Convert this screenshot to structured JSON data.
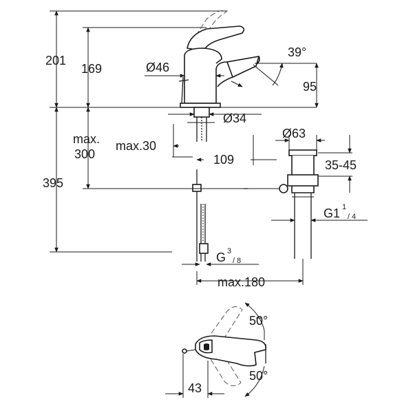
{
  "dimensions": {
    "height_total": "201",
    "height_spout": "169",
    "diameter_body": "Ø46",
    "angle_spout": "39°",
    "spout_drop": "95",
    "diameter_base": "Ø34",
    "max_label": "max.",
    "max_300": "300",
    "max_30": "max.30",
    "reach": "109",
    "diameter_waste": "Ø63",
    "range_35_45": "35-45",
    "height_395": "395",
    "thread_g1": "G1",
    "thread_g1_sup": "1",
    "thread_g1_sub": "4",
    "thread_g38": "G",
    "thread_g38_sup": "3",
    "thread_g38_sub": "8",
    "max_180": "max.180",
    "angle_top": "50°",
    "angle_bottom": "50°",
    "width_43": "43"
  }
}
